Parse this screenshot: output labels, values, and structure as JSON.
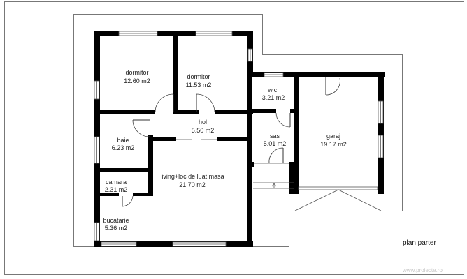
{
  "plan": {
    "title": "plan parter",
    "watermark": "www.proiecte.ro",
    "colors": {
      "wall": "#000000",
      "outline": "#777777",
      "text": "#222222",
      "watermark": "#c8c8c8"
    },
    "rooms": [
      {
        "id": "dormitor-1",
        "name": "dormitor",
        "area": "12.60 m2"
      },
      {
        "id": "dormitor-2",
        "name": "dormitor",
        "area": "11.53 m2"
      },
      {
        "id": "wc",
        "name": "w.c.",
        "area": "3.21 m2"
      },
      {
        "id": "hol",
        "name": "hol",
        "area": "5.50 m2"
      },
      {
        "id": "baie",
        "name": "baie",
        "area": "6.23 m2"
      },
      {
        "id": "sas",
        "name": "sas",
        "area": "5.01 m2"
      },
      {
        "id": "garaj",
        "name": "garaj",
        "area": "19.17 m2"
      },
      {
        "id": "living",
        "name": "living+loc de luat masa",
        "area": "21.70 m2"
      },
      {
        "id": "camara",
        "name": "camara",
        "area": "2.31 m2"
      },
      {
        "id": "bucatarie",
        "name": "bucatarie",
        "area": "5.36 m2"
      }
    ]
  }
}
